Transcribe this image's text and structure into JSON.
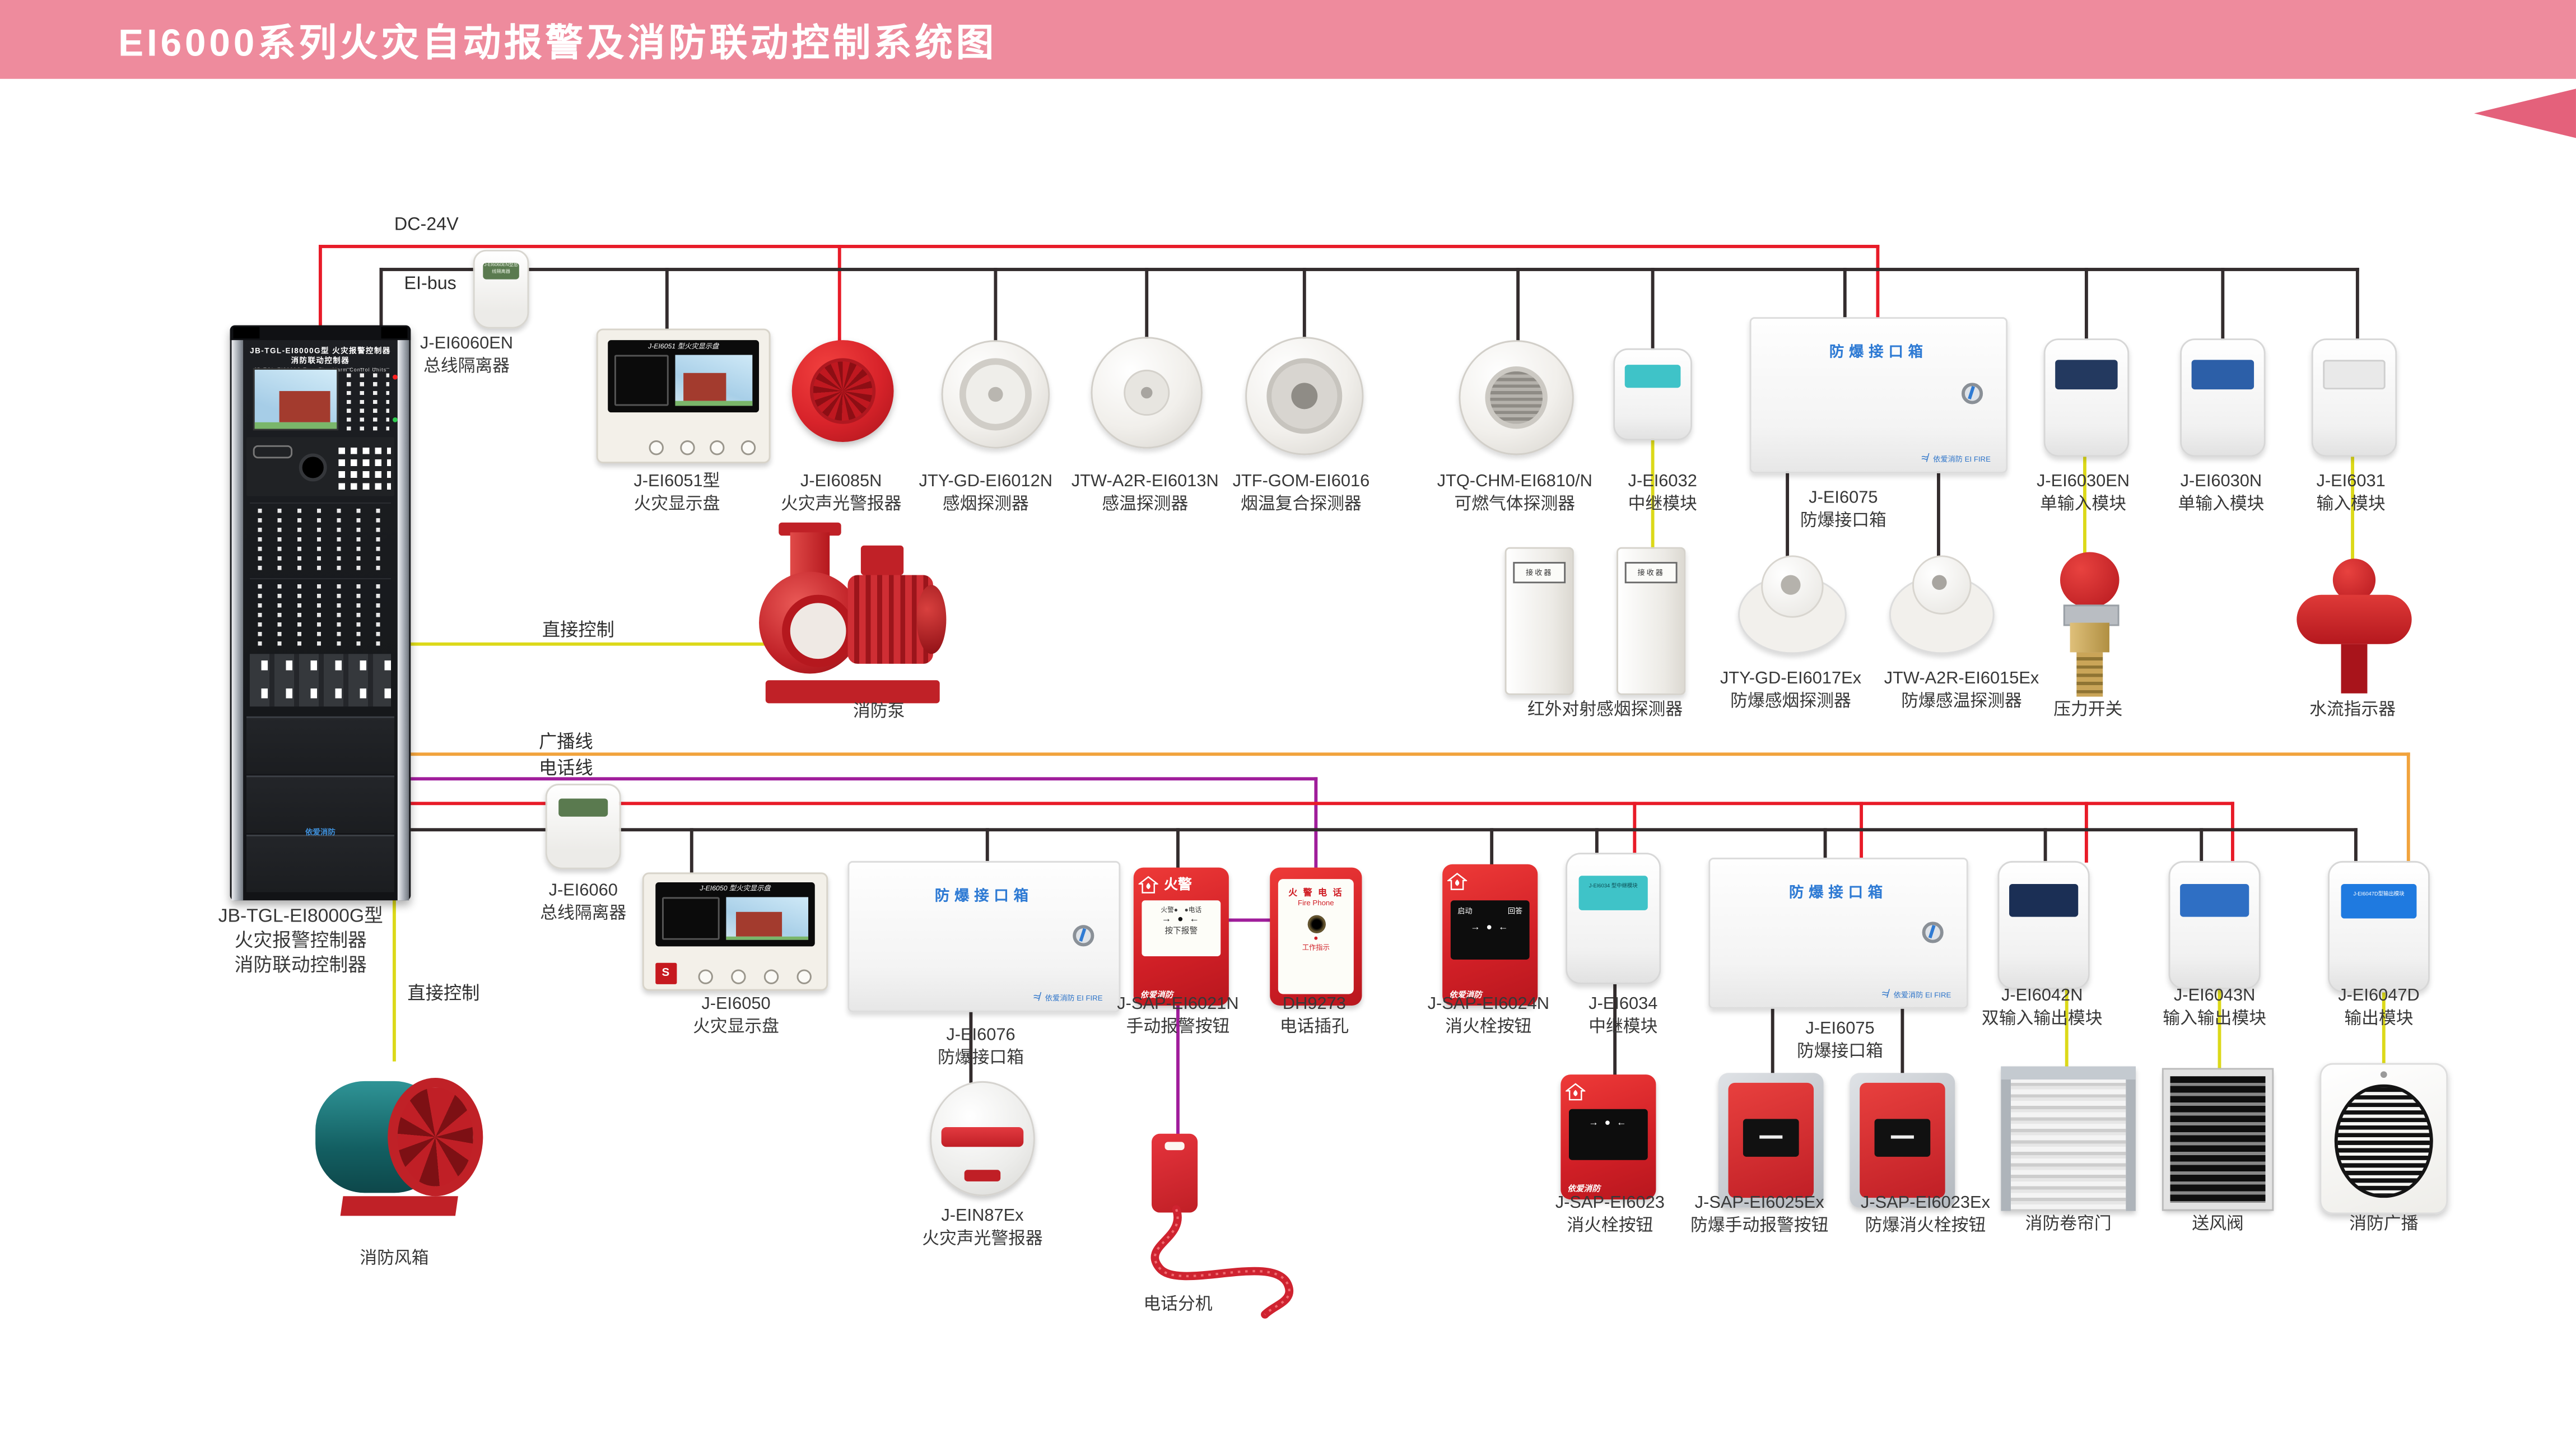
{
  "title": "EI6000系列火灾自动报警及消防联动控制系统图",
  "colors": {
    "banner": "#ee8b9d",
    "wire_red": "#e81b28",
    "wire_black": "#332c2d",
    "wire_yellow": "#dcd919",
    "wire_orange": "#f1a33c",
    "wire_purple": "#a01d9b",
    "box_title_blue": "#2f7bd4"
  },
  "bus": {
    "dc24v": "DC-24V",
    "eibus": "EI-bus",
    "direct_control_1": "直接控制",
    "broadcast_line": "广播线",
    "telephone_line": "电话线",
    "direct_control_2": "直接控制"
  },
  "texts": {
    "box_title": "防爆接口箱",
    "brand_cn": "依爱消防",
    "brand_en": "EI FIRE",
    "arrows": "→ ● ←"
  },
  "devices": {
    "controller": {
      "model": "JB-TGL-EI8000G型",
      "line1": "火灾报警控制器",
      "line2": "消防联动控制器",
      "header_cn": "JB-TGL-EI8000G型 火灾报警控制器 消防联动控制器",
      "header_en": "JB-TGL-EI8000G Type Fire Alarm Control Units"
    },
    "iso_en": {
      "model": "J-EI6060EN",
      "name": "总线隔离器",
      "strip": "J-EI6060EN型总线隔离器"
    },
    "disp6051": {
      "model": "J-EI6051型",
      "name": "火灾显示盘",
      "screen_title": "J-EI6051 型火灾显示盘"
    },
    "sounder6085": {
      "model": "J-EI6085N",
      "name": "火灾声光警报器"
    },
    "det6012": {
      "model": "JTY-GD-EI6012N",
      "name": "感烟探测器"
    },
    "det6013": {
      "model": "JTW-A2R-EI6013N",
      "name": "感温探测器"
    },
    "det6016": {
      "model": "JTF-GOM-EI6016",
      "name": "烟温复合探测器"
    },
    "det6810": {
      "model": "JTQ-CHM-EI6810/N",
      "name": "可燃气体探测器"
    },
    "mod6032": {
      "model": "J-EI6032",
      "name": "中继模块"
    },
    "box6075a": {
      "model": "J-EI6075",
      "name": "防爆接口箱"
    },
    "mod6030en": {
      "model": "J-EI6030EN",
      "name": "单输入模块"
    },
    "mod6030n": {
      "model": "J-EI6030N",
      "name": "单输入模块"
    },
    "mod6031": {
      "model": "J-EI6031",
      "name": "输入模块"
    },
    "beam": {
      "name": "红外对射感烟探测器",
      "plaque": "接收器"
    },
    "ex6017": {
      "model": "JTY-GD-EI6017Ex",
      "name": "防爆感烟探测器"
    },
    "ex6015": {
      "model": "JTW-A2R-EI6015Ex",
      "name": "防爆感温探测器"
    },
    "pressure": {
      "name": "压力开关"
    },
    "flow": {
      "name": "水流指示器"
    },
    "pump": {
      "name": "消防泵"
    },
    "fan": {
      "name": "消防风箱"
    },
    "iso6060": {
      "model": "J-EI6060",
      "name": "总线隔离器"
    },
    "disp6050": {
      "model": "J-EI6050",
      "name": "火灾显示盘",
      "screen_title": "J-EI6050 型火灾显示盘"
    },
    "box6076": {
      "model": "J-EI6076",
      "name": "防爆接口箱"
    },
    "soundern87": {
      "model": "J-EIN87Ex",
      "name": "火灾声光警报器"
    },
    "btn6021": {
      "model": "J-SAP-EI6021N",
      "name": "手动报警按钮",
      "title": "火警",
      "row1": "火警●　●电话",
      "press": "按下报警"
    },
    "dh9273": {
      "model": "DH9273",
      "name": "电话插孔",
      "title_cn": "火 警 电 话",
      "title_en": "Fire Phone",
      "indicator": "工作指示"
    },
    "phone_ext": {
      "name": "电话分机"
    },
    "btn6024": {
      "model": "J-SAP-EI6024N",
      "name": "消火栓按钮",
      "start": "启动",
      "answer": "回答"
    },
    "mod6034": {
      "model": "J-EI6034",
      "name": "中继模块",
      "strip": "J-EI6034 型中继模块"
    },
    "btn6023": {
      "model": "J-SAP-EI6023",
      "name": "消火栓按钮"
    },
    "box6075b": {
      "model": "J-EI6075",
      "name": "防爆接口箱"
    },
    "btn6025ex": {
      "model": "J-SAP-EI6025Ex",
      "name": "防爆手动报警按钮"
    },
    "btn6023ex": {
      "model": "J-SAP-EI6023Ex",
      "name": "防爆消火栓按钮"
    },
    "mod6042": {
      "model": "J-EI6042N",
      "name": "双输入输出模块"
    },
    "mod6043": {
      "model": "J-EI6043N",
      "name": "输入输出模块"
    },
    "mod6047": {
      "model": "J-EI6047D",
      "name": "输出模块",
      "strip": "J-EI6047D型输出模块"
    },
    "shutter": {
      "name": "消防卷帘门"
    },
    "airvalve": {
      "name": "送风阀"
    },
    "speaker": {
      "name": "消防广播"
    }
  }
}
